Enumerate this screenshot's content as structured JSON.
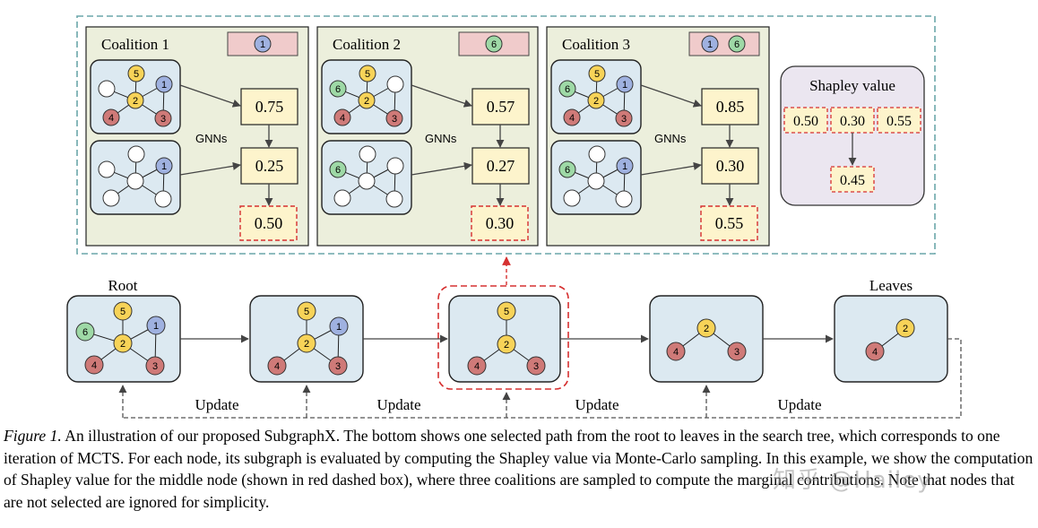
{
  "colors": {
    "panel_fill": "#ecefdc",
    "graph_fill": "#dce9f1",
    "score_fill": "#fdf4cc",
    "node_yellow": "#f7d358",
    "node_blue": "#9fb1e0",
    "node_red": "#cf7a78",
    "node_green": "#9ed9a6",
    "red_dash": "#d63030",
    "teal_dash": "#6aa6aa",
    "tag_fill": "#f0cbcb",
    "shapley_fill": "#ebe6f0"
  },
  "coalitions": [
    {
      "title": "Coalition 1",
      "tag": [
        "1"
      ],
      "score_full": "0.75",
      "score_partial": "0.25",
      "diff": "0.50",
      "gnn_label": "GNNs"
    },
    {
      "title": "Coalition 2",
      "tag": [
        "6"
      ],
      "score_full": "0.57",
      "score_partial": "0.27",
      "diff": "0.30",
      "gnn_label": "GNNs"
    },
    {
      "title": "Coalition 3",
      "tag": [
        "1",
        "6"
      ],
      "score_full": "0.85",
      "score_partial": "0.30",
      "diff": "0.55",
      "gnn_label": "GNNs"
    }
  ],
  "shapley": {
    "title": "Shapley value",
    "values": [
      "0.50",
      "0.30",
      "0.55"
    ],
    "result": "0.45"
  },
  "tree": {
    "root_label": "Root",
    "leaves_label": "Leaves",
    "update_labels": [
      "Update",
      "Update",
      "Update",
      "Update"
    ]
  },
  "caption": {
    "fig_label": "Figure 1.",
    "text": " An illustration of our proposed SubgraphX. The bottom shows one selected path from the root to leaves in the search tree, which corresponds to one iteration of MCTS. For each node, its subgraph is evaluated by computing the Shapley value via Monte-Carlo sampling. In this example, we show the computation of Shapley value for the middle node (shown in red dashed box), where three coalitions are sampled to compute the marginal contributions. Note that nodes that are not selected are ignored for simplicity."
  },
  "watermark": "知乎 @Hailey"
}
